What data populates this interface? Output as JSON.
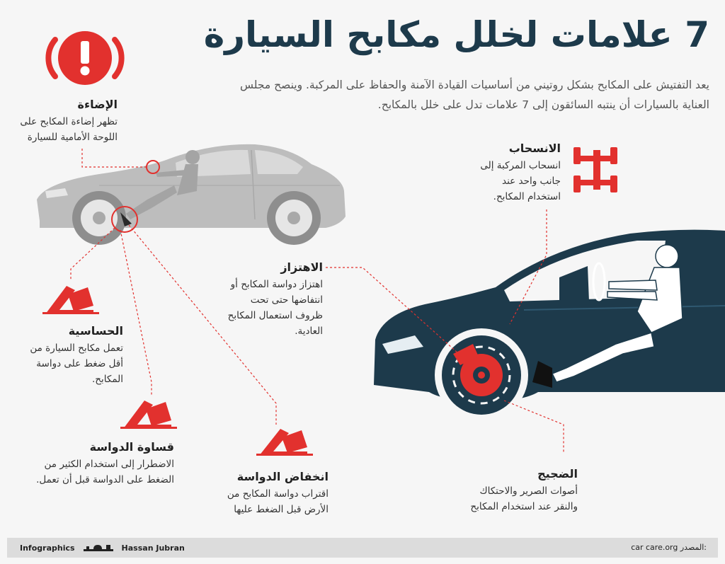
{
  "header": {
    "title": "7 علامات لخلل مكابح السيارة",
    "intro": "يعد التفتيش على المكابح بشكل روتيني من أساسيات القيادة الآمنة والحفاظ على المركبة. وينصح مجلس العناية بالسيارات أن ينتبه السائقون إلى 7 علامات تدل على خلل بالمكابح."
  },
  "signs": {
    "lighting": {
      "title": "الإضاءة",
      "text": "تظهر إضاءة المكابح على اللوحة الأمامية للسيارة"
    },
    "pulling": {
      "title": "الانسحاب",
      "text": "انسحاب المركبة إلى جانب واحد عند استخدام المكابح."
    },
    "vibration": {
      "title": "الاهتزاز",
      "text": "اهتزاز دواسة المكابح أو انتفاضها حتى تحت ظروف استعمال المكابح العادية."
    },
    "sensitivity": {
      "title": "الحساسية",
      "text": "تعمل مكابح السيارة من أقل ضغط على دواسة المكابح."
    },
    "hardness": {
      "title": "قساوة الدواسة",
      "text": "الاضطرار إلى استخدام الكثير من الضغط على الدواسة قبل أن تعمل."
    },
    "lowering": {
      "title": "انخفاض الدواسة",
      "text": "اقتراب دواسة المكابح من الأرض قبل الضغط عليها"
    },
    "noise": {
      "title": "الضجيج",
      "text": "أصوات الصرير والاحتكاك والنقر عند استخدام المكابح"
    }
  },
  "footer": {
    "infographics": "Infographics",
    "author": "Hassan Jubran",
    "source_label": "المصدر:",
    "source": "car care.org"
  },
  "colors": {
    "accent": "#e2312e",
    "navy": "#1d3a4b",
    "grey_car": "#bdbdbd"
  },
  "icons": {
    "lighting": "brake-warning-icon",
    "pulling": "axle-icon",
    "pedal": "brake-pedal-icon",
    "disc": "brake-disc-icon"
  }
}
